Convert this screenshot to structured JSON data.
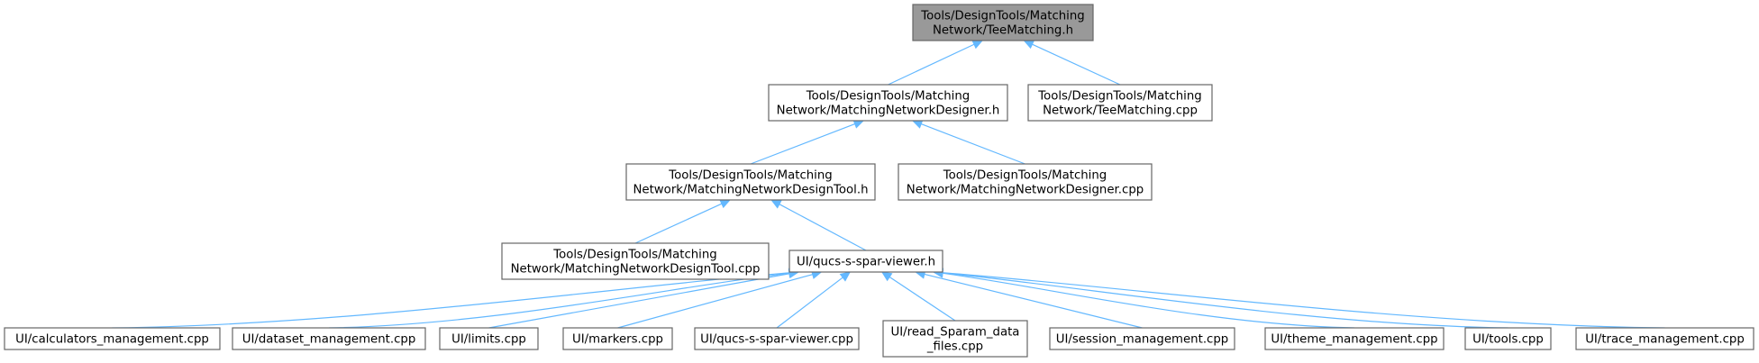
{
  "graph": {
    "edge_color": "#63b8ff",
    "root_fill": "#999999",
    "node_border": "#666666",
    "nodes": [
      {
        "id": "n0",
        "lines": [
          "Tools/DesignTools/Matching",
          "Network/TeeMatching.h"
        ],
        "root": true
      },
      {
        "id": "n1",
        "lines": [
          "Tools/DesignTools/Matching",
          "Network/MatchingNetworkDesigner.h"
        ]
      },
      {
        "id": "n2",
        "lines": [
          "Tools/DesignTools/Matching",
          "Network/TeeMatching.cpp"
        ]
      },
      {
        "id": "n3",
        "lines": [
          "Tools/DesignTools/Matching",
          "Network/MatchingNetworkDesignTool.h"
        ]
      },
      {
        "id": "n4",
        "lines": [
          "Tools/DesignTools/Matching",
          "Network/MatchingNetworkDesigner.cpp"
        ]
      },
      {
        "id": "n5",
        "lines": [
          "Tools/DesignTools/Matching",
          "Network/MatchingNetworkDesignTool.cpp"
        ]
      },
      {
        "id": "n6",
        "lines": [
          "UI/qucs-s-spar-viewer.h"
        ]
      },
      {
        "id": "n7",
        "lines": [
          "UI/calculators_management.cpp"
        ]
      },
      {
        "id": "n8",
        "lines": [
          "UI/dataset_management.cpp"
        ]
      },
      {
        "id": "n9",
        "lines": [
          "UI/limits.cpp"
        ]
      },
      {
        "id": "n10",
        "lines": [
          "UI/markers.cpp"
        ]
      },
      {
        "id": "n11",
        "lines": [
          "UI/qucs-s-spar-viewer.cpp"
        ]
      },
      {
        "id": "n12",
        "lines": [
          "UI/read_Sparam_data",
          "_files.cpp"
        ]
      },
      {
        "id": "n13",
        "lines": [
          "UI/session_management.cpp"
        ]
      },
      {
        "id": "n14",
        "lines": [
          "UI/theme_management.cpp"
        ]
      },
      {
        "id": "n15",
        "lines": [
          "UI/tools.cpp"
        ]
      },
      {
        "id": "n16",
        "lines": [
          "UI/trace_management.cpp"
        ]
      }
    ],
    "edges": [
      {
        "from": "n0",
        "to": "n1"
      },
      {
        "from": "n0",
        "to": "n2"
      },
      {
        "from": "n1",
        "to": "n3"
      },
      {
        "from": "n1",
        "to": "n4"
      },
      {
        "from": "n3",
        "to": "n5"
      },
      {
        "from": "n3",
        "to": "n6"
      },
      {
        "from": "n6",
        "to": "n7"
      },
      {
        "from": "n6",
        "to": "n8"
      },
      {
        "from": "n6",
        "to": "n9"
      },
      {
        "from": "n6",
        "to": "n10"
      },
      {
        "from": "n6",
        "to": "n11"
      },
      {
        "from": "n6",
        "to": "n12"
      },
      {
        "from": "n6",
        "to": "n13"
      },
      {
        "from": "n6",
        "to": "n14"
      },
      {
        "from": "n6",
        "to": "n15"
      },
      {
        "from": "n6",
        "to": "n16"
      }
    ]
  }
}
